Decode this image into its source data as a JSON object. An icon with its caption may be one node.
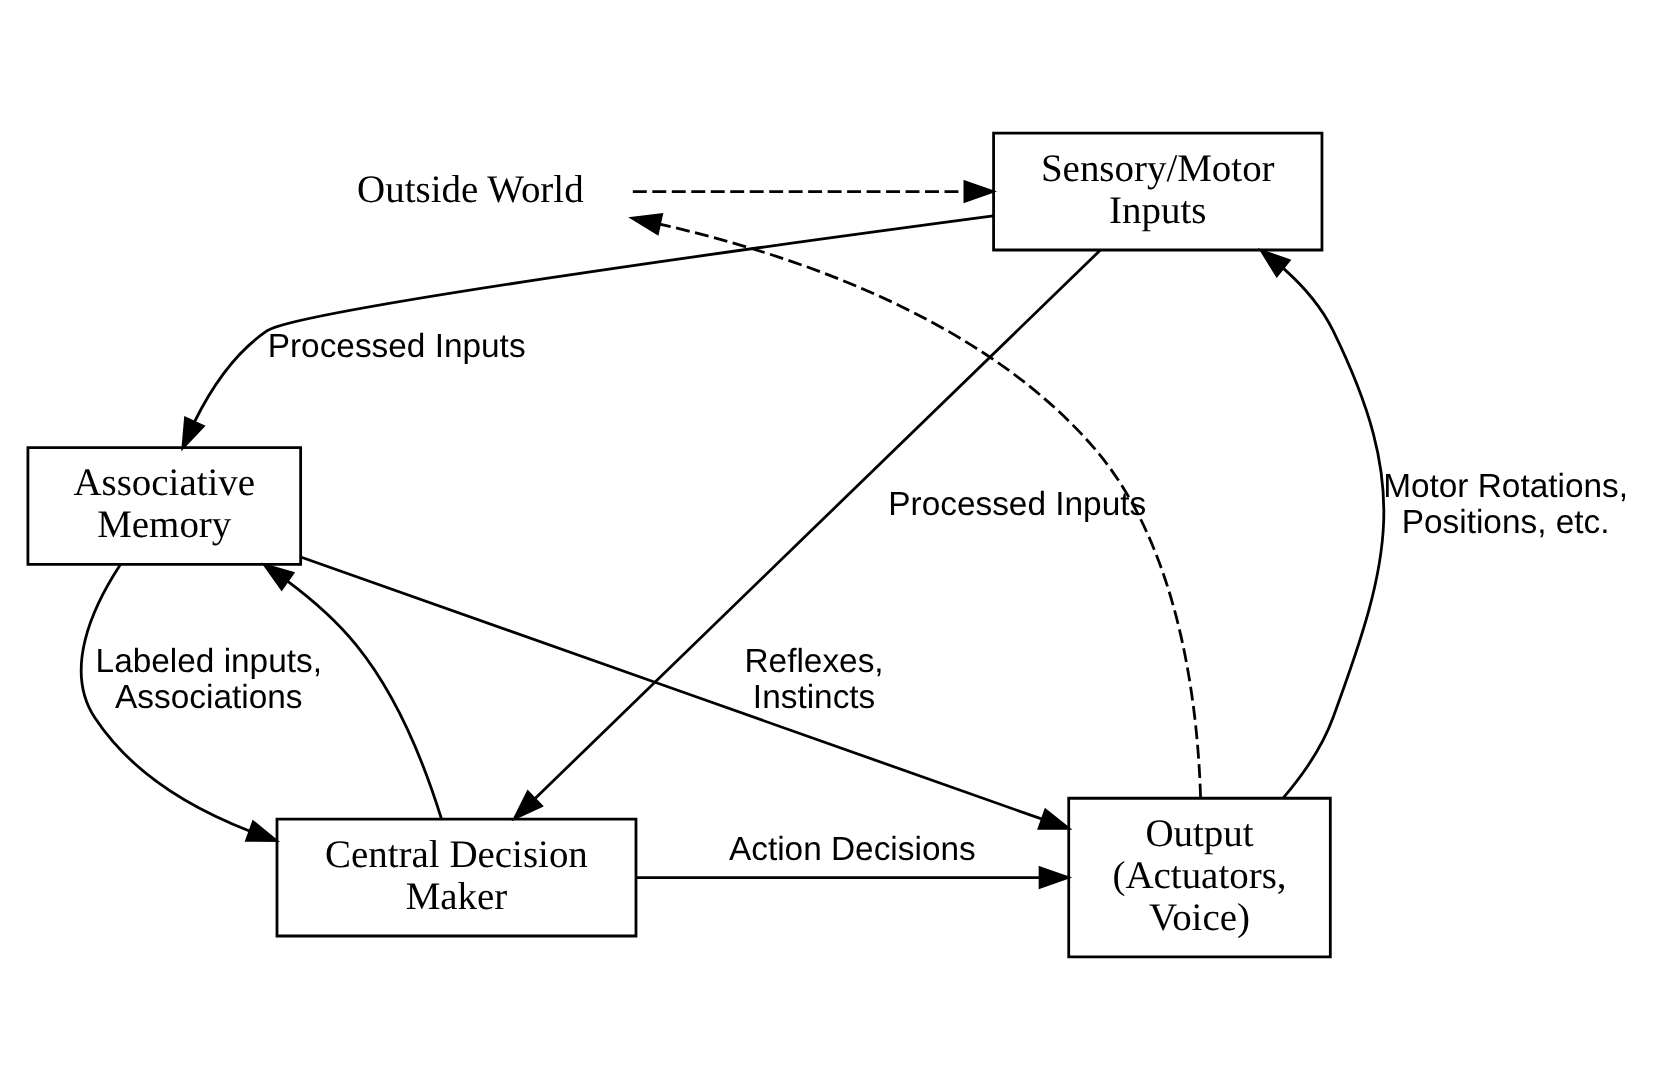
{
  "diagram": {
    "nodes": [
      {
        "text": [
          "Sensory/Motor Inputs"
        ]
      },
      {
        "text": [
          "Outside World"
        ]
      },
      {
        "text": [
          "Associative Memory"
        ]
      },
      {
        "text": [
          "Central Decision Maker"
        ]
      },
      {
        "text": [
          "Output (Actuators, Voice)"
        ]
      }
    ],
    "edges": [
      {
        "from": 0,
        "to": 3,
        "arrow": "to",
        "label": "Processed Inputs"
      },
      {
        "from": 0,
        "to": 2,
        "arrow": "to",
        "label": "Processed Inputs"
      },
      {
        "from": 2,
        "to": 3,
        "arrow": "to",
        "label": "Labeled inputs, Associations"
      },
      {
        "from": 2,
        "to": 4,
        "arrow": "to",
        "label": "Reflexes, Instincts"
      },
      {
        "from": 3,
        "to": 4,
        "arrow": "to",
        "label": "Action Decisions"
      },
      {
        "from": 3,
        "to": 2,
        "arrow": "to"
      },
      {
        "from": 4,
        "to": 0,
        "arrow": "to",
        "label": "Motor Rotations, Positions, etc."
      },
      {
        "from": 4,
        "to": 1,
        "arrow": "to",
        "style": "dashed"
      },
      {
        "from": 1,
        "to": 0,
        "arrow": "to",
        "style": "dashed"
      }
    ]
  }
}
